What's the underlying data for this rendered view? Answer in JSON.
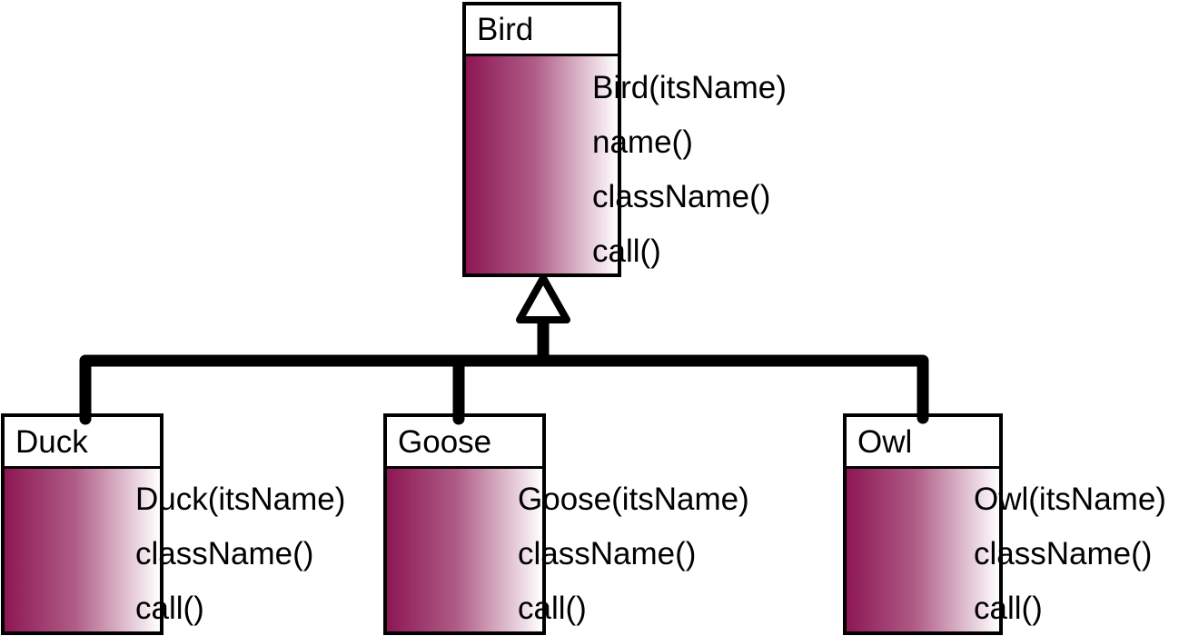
{
  "diagram": {
    "kind": "uml-class-diagram",
    "background_color": "#ffffff",
    "line_color": "#000000",
    "gradient_start_color": "#8d1754",
    "gradient_mid_color": "#af5c86",
    "gradient_end_color": "#ffffff",
    "classes": [
      {
        "name": "Bird",
        "methods": [
          "Bird(itsName)",
          "name()",
          "className()",
          "call()"
        ]
      },
      {
        "name": "Duck",
        "methods": [
          "Duck(itsName)",
          "className()",
          "call()"
        ]
      },
      {
        "name": "Goose",
        "methods": [
          "Goose(itsName)",
          "className()",
          "call()"
        ]
      },
      {
        "name": "Owl",
        "methods": [
          "Owl(itsName)",
          "className()",
          "call()"
        ]
      }
    ],
    "relationship": {
      "type": "generalization",
      "parent": "Bird",
      "children": [
        "Duck",
        "Goose",
        "Owl"
      ]
    }
  }
}
